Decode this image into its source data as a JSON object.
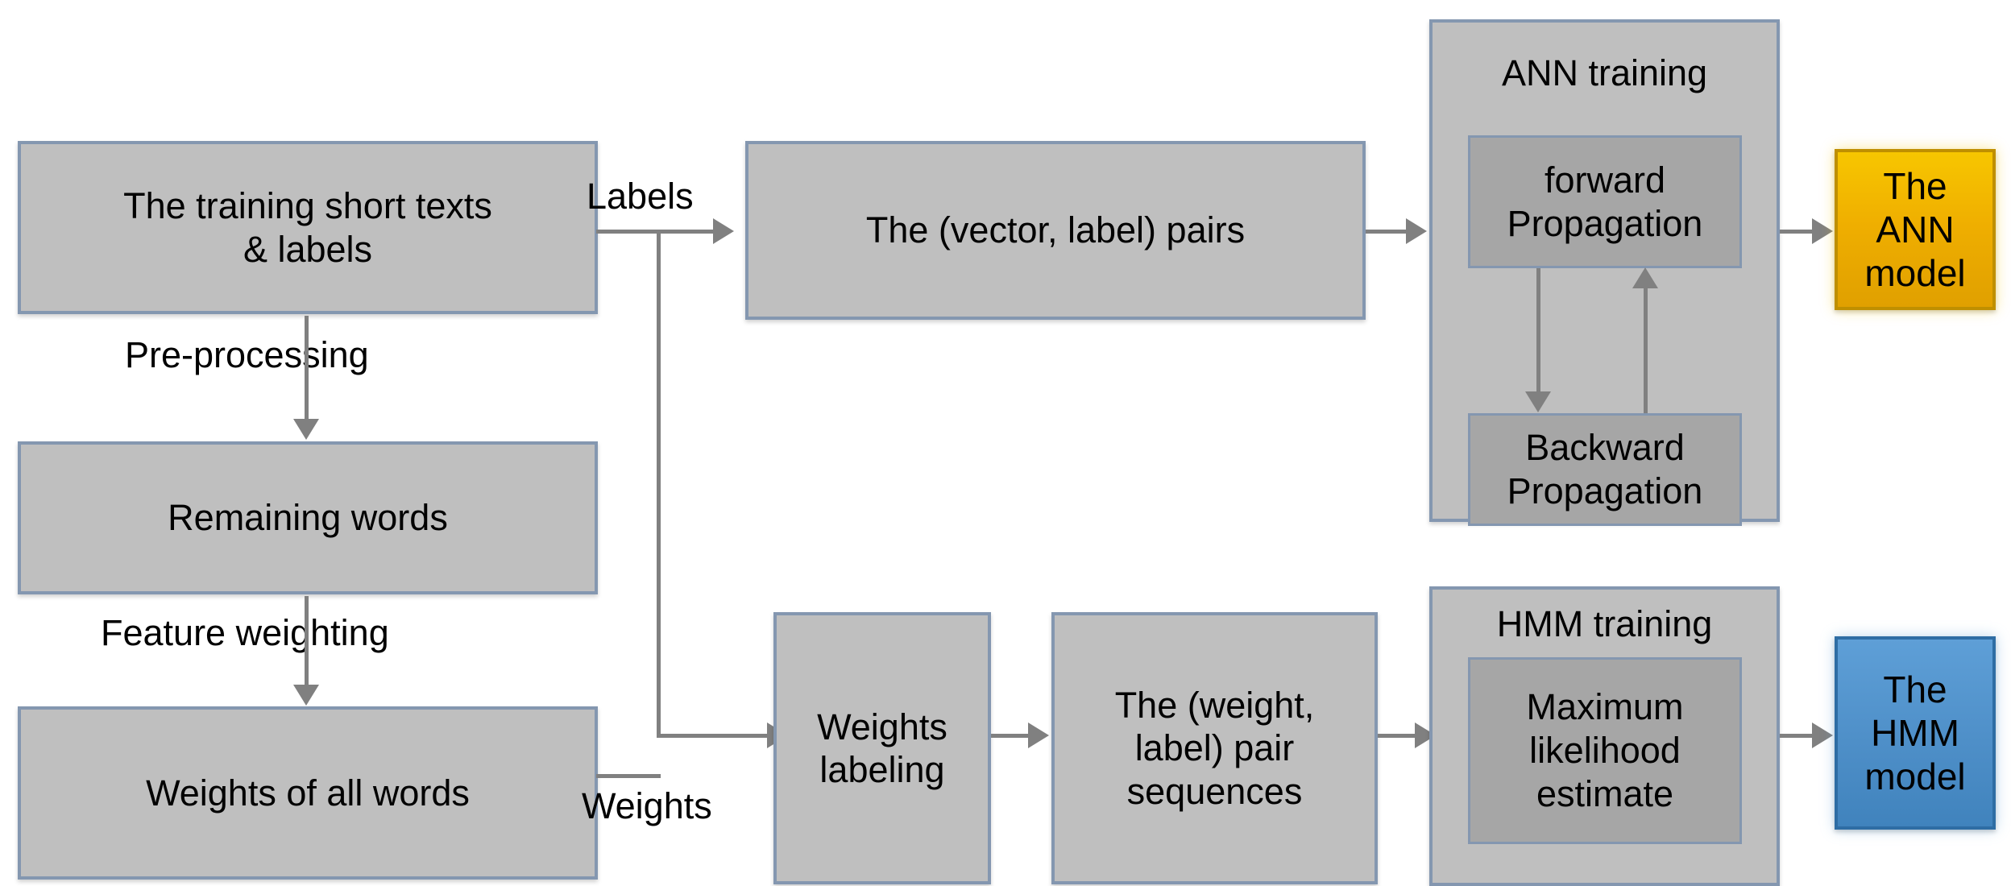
{
  "diagram": {
    "title": "ANN and HMM training pipeline for short text classification",
    "background_color": "#ffffff",
    "node_fill": "#bfbfbf",
    "node_border": "#8497b0",
    "sub_node_fill": "#a6a6a6",
    "connector_color": "#808080",
    "accent_ann_color": "#f7c600",
    "accent_hmm_color": "#5e9fd7"
  },
  "nodes": {
    "training_texts": {
      "label": "The training short texts\n& labels"
    },
    "remaining_words": {
      "label": "Remaining words"
    },
    "weights_all_words": {
      "label": "Weights of all words"
    },
    "vector_label_pairs": {
      "label": "The (vector, label) pairs"
    },
    "weights_labeling": {
      "label": "Weights\nlabeling"
    },
    "weight_label_sequences": {
      "label": "The (weight,\nlabel) pair\nsequences"
    },
    "ann_training": {
      "title": "ANN training",
      "forward": "forward\nPropagation",
      "backward": "Backward\nPropagation"
    },
    "hmm_training": {
      "title": "HMM training",
      "mle": "Maximum\nlikelihood\nestimate"
    },
    "ann_model": {
      "label": "The\nANN\nmodel"
    },
    "hmm_model": {
      "label": "The\nHMM\nmodel"
    }
  },
  "edge_labels": {
    "pre_processing": "Pre-processing",
    "feature_weighting": "Feature weighting",
    "labels": "Labels",
    "weights": "Weights"
  }
}
